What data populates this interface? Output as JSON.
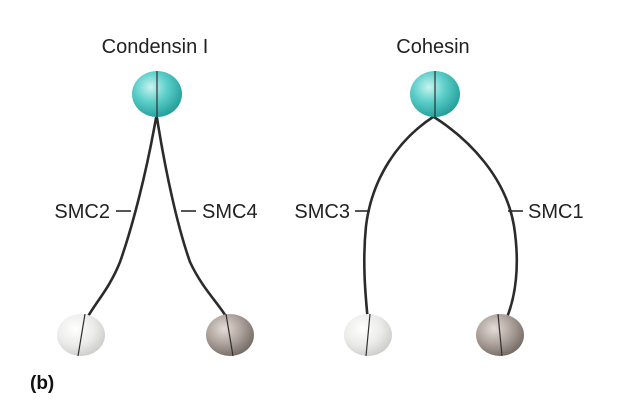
{
  "diagram": {
    "panel_label": "(b)",
    "complexes": [
      {
        "title": "Condensin I",
        "left_arm_label": "SMC2",
        "right_arm_label": "SMC4"
      },
      {
        "title": "Cohesin",
        "left_arm_label": "SMC3",
        "right_arm_label": "SMC1"
      }
    ]
  },
  "colors": {
    "hinge": "#4cc6c1",
    "head_light": "#e8e8e6",
    "head_dark": "#a39891",
    "arm": "#2b2b2b",
    "text": "#222222"
  }
}
